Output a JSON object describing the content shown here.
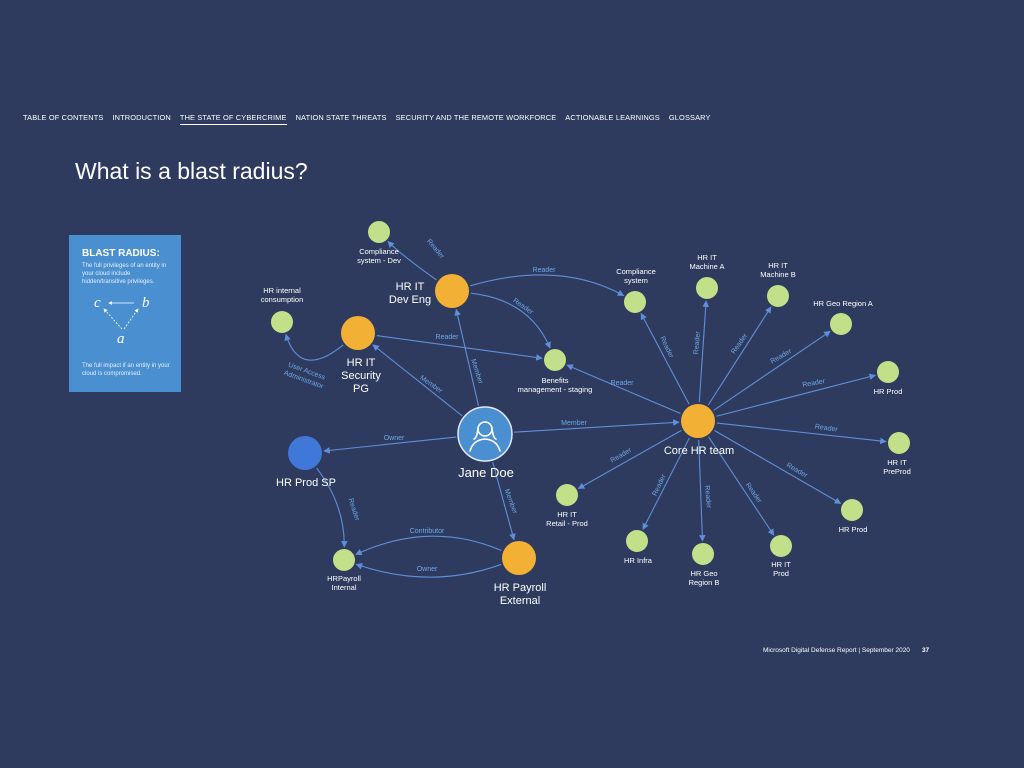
{
  "nav": {
    "items": [
      {
        "label": "TABLE OF CONTENTS",
        "active": false
      },
      {
        "label": "INTRODUCTION",
        "active": false
      },
      {
        "label": "THE STATE OF CYBERCRIME",
        "active": true
      },
      {
        "label": "NATION STATE THREATS",
        "active": false
      },
      {
        "label": "SECURITY AND THE REMOTE WORKFORCE",
        "active": false
      },
      {
        "label": "ACTIONABLE LEARNINGS",
        "active": false
      },
      {
        "label": "GLOSSARY",
        "active": false
      }
    ]
  },
  "page": {
    "title": "What is a blast radius?"
  },
  "blast_box": {
    "heading": "BLAST RADIUS:",
    "text_top": "The full privileges of an entity in your cloud include hidden/transitive privileges.",
    "letters": [
      "c",
      "b",
      "a"
    ],
    "text_bottom": "The full impact if an entity in your cloud is compromised."
  },
  "colors": {
    "background": "#2e3b5e",
    "edge": "#5f8fd8",
    "edge_label": "#6ea8e8",
    "node_user": "#4a8fd0",
    "node_group": "#f2b134",
    "node_resource": "#c2e08a",
    "node_sp": "#3f78d8",
    "box": "#4a8fd0"
  },
  "diagram": {
    "nodes": {
      "jane": {
        "lines": [
          "Jane Doe"
        ],
        "kind": "user",
        "icon": "person-icon"
      },
      "core": {
        "lines": [
          "Core HR team"
        ],
        "kind": "group"
      },
      "devEng": {
        "lines": [
          "HR IT",
          "Dev Eng"
        ],
        "kind": "group"
      },
      "secPG": {
        "lines": [
          "HR IT",
          "Security",
          "PG"
        ],
        "kind": "group"
      },
      "payExt": {
        "lines": [
          "HR Payroll",
          "External"
        ],
        "kind": "group"
      },
      "prodSP": {
        "lines": [
          "HR Prod SP"
        ],
        "kind": "sp"
      },
      "compDev": {
        "lines": [
          "Compliance",
          "system - Dev"
        ],
        "kind": "resource"
      },
      "hrIntCons": {
        "lines": [
          "HR internal",
          "consumption"
        ],
        "kind": "resource"
      },
      "benefits": {
        "lines": [
          "Benefits",
          "management - staging"
        ],
        "kind": "resource"
      },
      "compSys": {
        "lines": [
          "Compliance",
          "system"
        ],
        "kind": "resource"
      },
      "machA": {
        "lines": [
          "HR IT",
          "Machine A"
        ],
        "kind": "resource"
      },
      "machB": {
        "lines": [
          "HR IT",
          "Machine B"
        ],
        "kind": "resource"
      },
      "geoA": {
        "lines": [
          "HR Geo Region A"
        ],
        "kind": "resource"
      },
      "hrProd1": {
        "lines": [
          "HR Prod"
        ],
        "kind": "resource"
      },
      "preProd": {
        "lines": [
          "HR IT",
          "PreProd"
        ],
        "kind": "resource"
      },
      "hrProd2": {
        "lines": [
          "HR Prod"
        ],
        "kind": "resource"
      },
      "itProd": {
        "lines": [
          "HR IT",
          "Prod"
        ],
        "kind": "resource"
      },
      "geoB": {
        "lines": [
          "HR Geo",
          "Region B"
        ],
        "kind": "resource"
      },
      "infra": {
        "lines": [
          "HR Infra"
        ],
        "kind": "resource"
      },
      "retail": {
        "lines": [
          "HR IT",
          "Retail - Prod"
        ],
        "kind": "resource"
      },
      "payInt": {
        "lines": [
          "HRPayroll",
          "Internal"
        ],
        "kind": "resource"
      }
    },
    "edges": [
      {
        "from": "jane",
        "to": "core",
        "label": "Member"
      },
      {
        "from": "jane",
        "to": "devEng",
        "label": "Member"
      },
      {
        "from": "jane",
        "to": "secPG",
        "label": "Member"
      },
      {
        "from": "jane",
        "to": "prodSP",
        "label": "Owner"
      },
      {
        "from": "jane",
        "to": "payExt",
        "label": "Member"
      },
      {
        "from": "devEng",
        "to": "compDev",
        "label": "Reader"
      },
      {
        "from": "devEng",
        "to": "compSys",
        "label": "Reader"
      },
      {
        "from": "devEng",
        "to": "benefits",
        "label": "Reader"
      },
      {
        "from": "secPG",
        "to": "benefits",
        "label": "Reader"
      },
      {
        "from": "secPG",
        "to": "hrIntCons",
        "label": "User Access\nAdministrator"
      },
      {
        "from": "core",
        "to": "benefits",
        "label": "Reader"
      },
      {
        "from": "core",
        "to": "compSys",
        "label": "Reader"
      },
      {
        "from": "core",
        "to": "machA",
        "label": "Reader"
      },
      {
        "from": "core",
        "to": "machB",
        "label": "Reader"
      },
      {
        "from": "core",
        "to": "geoA",
        "label": "Reader"
      },
      {
        "from": "core",
        "to": "hrProd1",
        "label": "Reader"
      },
      {
        "from": "core",
        "to": "preProd",
        "label": "Reader"
      },
      {
        "from": "core",
        "to": "hrProd2",
        "label": "Reader"
      },
      {
        "from": "core",
        "to": "itProd",
        "label": "Reader"
      },
      {
        "from": "core",
        "to": "geoB",
        "label": "Reader"
      },
      {
        "from": "core",
        "to": "infra",
        "label": "Reader"
      },
      {
        "from": "core",
        "to": "retail",
        "label": "Reader"
      },
      {
        "from": "prodSP",
        "to": "payInt",
        "label": "Reader"
      },
      {
        "from": "payExt",
        "to": "payInt",
        "label": "Contributor"
      },
      {
        "from": "payExt",
        "to": "payInt",
        "label": "Owner"
      }
    ]
  },
  "footer": {
    "text": "Microsoft Digital Defense Report | September 2020",
    "page": "37"
  }
}
